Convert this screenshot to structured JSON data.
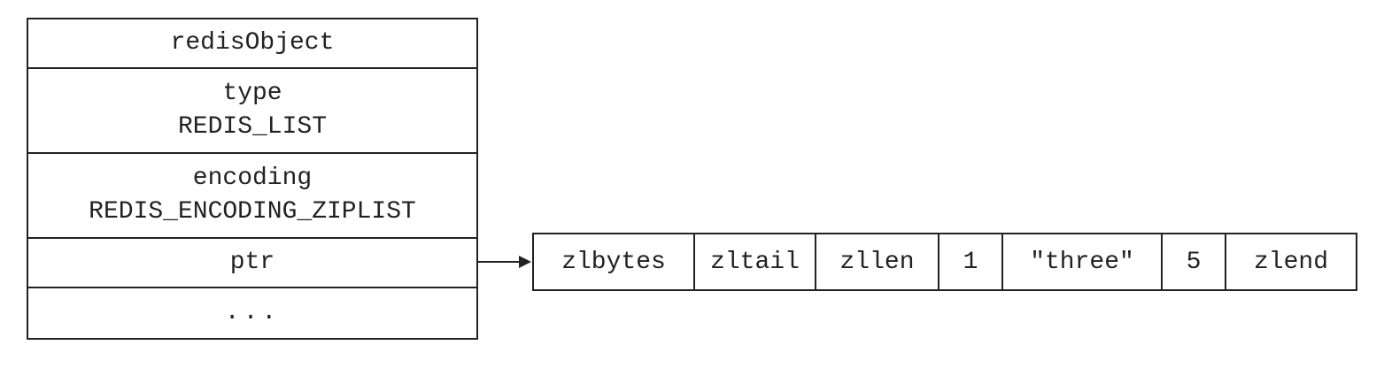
{
  "redis_object": {
    "title": "redisObject",
    "type_label": "type",
    "type_value": "REDIS_LIST",
    "encoding_label": "encoding",
    "encoding_value": "REDIS_ENCODING_ZIPLIST",
    "ptr_label": "ptr",
    "more_label": "..."
  },
  "ziplist": {
    "cells": [
      "zlbytes",
      "zltail",
      "zllen",
      "1",
      "\"three\"",
      "5",
      "zlend"
    ]
  },
  "colors": {
    "stroke": "#222222",
    "background": "#ffffff"
  }
}
